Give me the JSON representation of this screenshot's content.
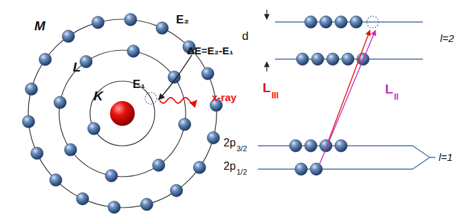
{
  "diagram": {
    "labels": [
      "M",
      "L",
      "K",
      "E₂",
      "ΔE=E₂-E₁",
      "E₁",
      "x-ray",
      "d",
      "l=2",
      "L",
      "III",
      "L",
      "II",
      "2p",
      "3/2",
      "2p",
      "1/2",
      "l=1"
    ]
  }
}
